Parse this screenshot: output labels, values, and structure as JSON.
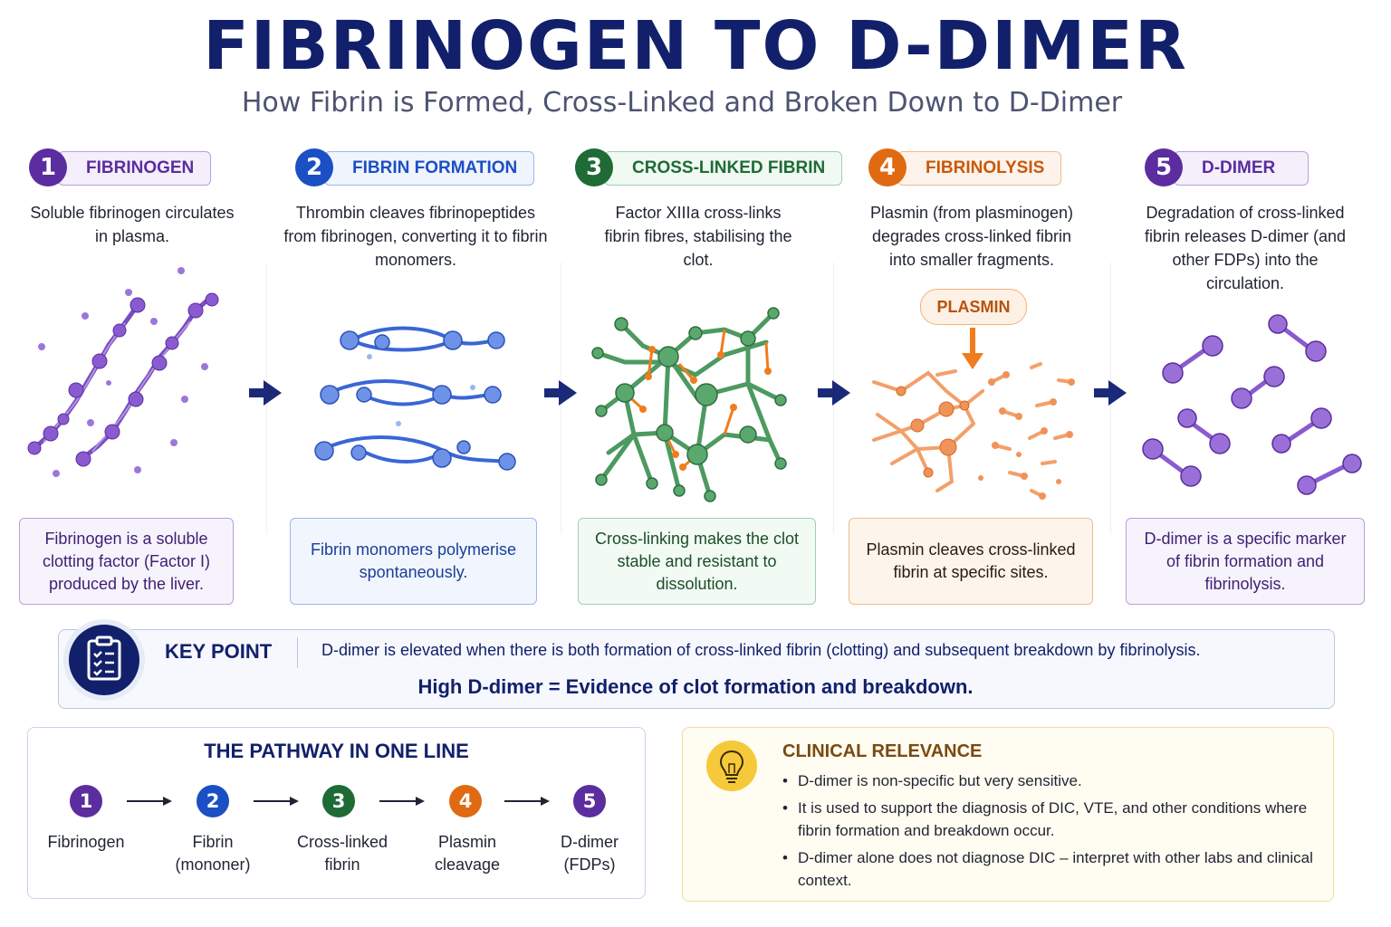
{
  "header": {
    "title": "FIBRINOGEN TO D-DIMER",
    "subtitle": "How Fibrin is Formed, Cross-Linked and Broken Down to D-Dimer"
  },
  "steps": [
    {
      "num": "1",
      "label": "FIBRINOGEN",
      "desc": "Soluble fibrinogen circulates in plasma.",
      "note": "Fibrinogen is a soluble clotting factor (Factor I) produced by the liver.",
      "color": "#5b2d9e"
    },
    {
      "num": "2",
      "label": "FIBRIN FORMATION",
      "desc": "Thrombin cleaves fibrinopeptides from fibrinogen, converting it to fibrin monomers.",
      "note": "Fibrin monomers polymerise spontaneously.",
      "color": "#1b4fc4"
    },
    {
      "num": "3",
      "label": "CROSS-LINKED FIBRIN",
      "desc": "Factor XIIIa cross-links fibrin fibres, stabilising the clot.",
      "note": "Cross-linking makes the clot stable and resistant to dissolution.",
      "color": "#1e6b35"
    },
    {
      "num": "4",
      "label": "FIBRINOLYSIS",
      "desc": "Plasmin (from plasminogen) degrades cross-linked fibrin into smaller fragments.",
      "note": "Plasmin cleaves cross-linked fibrin at specific sites.",
      "color": "#e06a12",
      "tag": "PLASMIN"
    },
    {
      "num": "5",
      "label": "D-DIMER",
      "desc": "Degradation of cross-linked fibrin releases D-dimer (and other FDPs) into the circulation.",
      "note": "D-dimer is a specific marker of fibrin formation and fibrinolysis.",
      "color": "#5b2d9e"
    }
  ],
  "key_point": {
    "label": "KEY POINT",
    "text": "D-dimer is elevated when there is both formation of cross-linked fibrin (clotting) and subsequent breakdown by fibrinolysis.",
    "highlight": "High D-dimer = Evidence of clot formation and breakdown.",
    "icon": "clipboard-checklist-icon"
  },
  "pathway": {
    "title": "THE PATHWAY IN ONE LINE",
    "items": [
      {
        "num": "1",
        "line1": "Fibrinogen",
        "line2": ""
      },
      {
        "num": "2",
        "line1": "Fibrin",
        "line2": "(mononer)"
      },
      {
        "num": "3",
        "line1": "Cross-linked",
        "line2": "fibrin"
      },
      {
        "num": "4",
        "line1": "Plasmin",
        "line2": "cleavage"
      },
      {
        "num": "5",
        "line1": "D-dimer",
        "line2": "(FDPs)"
      }
    ]
  },
  "clinical": {
    "title": "CLINICAL RELEVANCE",
    "icon": "lightbulb-icon",
    "bullets": [
      "D-dimer is non-specific but very sensitive.",
      "It is used to support the diagnosis of DIC, VTE, and other conditions where fibrin formation and breakdown occur.",
      "D-dimer alone does not diagnose DIC – interpret with other labs and clinical context."
    ]
  },
  "colors": {
    "navy": "#12206b",
    "purple": "#5b2d9e",
    "blue": "#1b4fc4",
    "green": "#1e6b35",
    "orange": "#e06a12"
  }
}
